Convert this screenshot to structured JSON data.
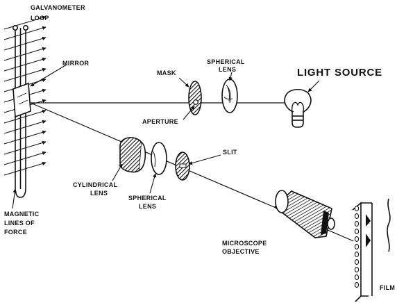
{
  "colors": {
    "ink": "#111111",
    "paper": "#ffffff"
  },
  "labels": {
    "galvanometer_loop_line1": "GALVANOMETER",
    "galvanometer_loop_line2": "LOOP",
    "mirror": "MIRROR",
    "mask": "MASK",
    "spherical_lens_top_line1": "SPHERICAL",
    "spherical_lens_top_line2": "LENS",
    "light_source": "LIGHT SOURCE",
    "aperture": "APERTURE",
    "slit": "SLIT",
    "cylindrical_lens_line1": "CYLINDRICAL",
    "cylindrical_lens_line2": "LENS",
    "spherical_lens_bottom_line1": "SPHERICAL",
    "spherical_lens_bottom_line2": "LENS",
    "magnetic_line1": "MAGNETIC",
    "magnetic_line2": "LINES OF",
    "magnetic_line3": "FORCE",
    "microscope_line1": "MICROSCOPE",
    "microscope_line2": "OBJECTIVE",
    "film": "FILM"
  }
}
